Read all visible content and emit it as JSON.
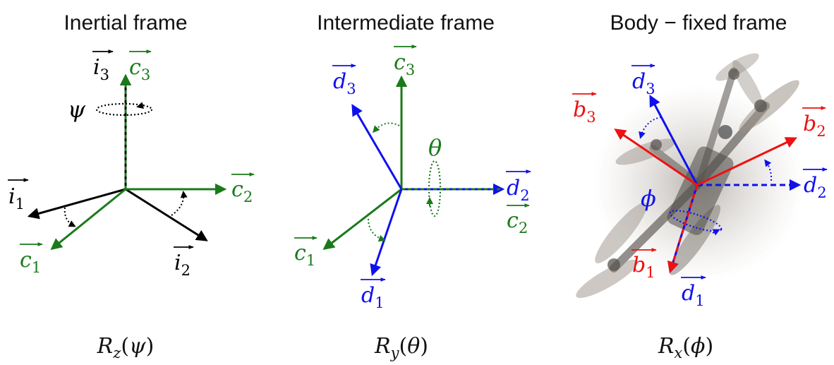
{
  "panels": [
    {
      "title": "Inertial frame",
      "rotation": "R_z(ψ)",
      "rotation_parts": {
        "base": "R",
        "sub": "z",
        "arg": "ψ"
      },
      "angle_symbol": "ψ",
      "vectors": [
        {
          "id": "i3",
          "base": "i",
          "sub": "3",
          "color": "#000000"
        },
        {
          "id": "c3",
          "base": "c",
          "sub": "3",
          "color": "#1a7a1a"
        },
        {
          "id": "i1",
          "base": "i",
          "sub": "1",
          "color": "#000000"
        },
        {
          "id": "c2",
          "base": "c",
          "sub": "2",
          "color": "#1a7a1a"
        },
        {
          "id": "c1",
          "base": "c",
          "sub": "1",
          "color": "#1a7a1a"
        },
        {
          "id": "i2",
          "base": "i",
          "sub": "2",
          "color": "#000000"
        }
      ]
    },
    {
      "title": "Intermediate frame",
      "rotation": "R_y(θ)",
      "rotation_parts": {
        "base": "R",
        "sub": "y",
        "arg": "θ"
      },
      "angle_symbol": "θ",
      "vectors": [
        {
          "id": "c3",
          "base": "c",
          "sub": "3",
          "color": "#1a7a1a"
        },
        {
          "id": "d3",
          "base": "d",
          "sub": "3",
          "color": "#1010ee"
        },
        {
          "id": "d2",
          "base": "d",
          "sub": "2",
          "color": "#1010ee"
        },
        {
          "id": "c2",
          "base": "c",
          "sub": "2",
          "color": "#1a7a1a"
        },
        {
          "id": "c1",
          "base": "c",
          "sub": "1",
          "color": "#1a7a1a"
        },
        {
          "id": "d1",
          "base": "d",
          "sub": "1",
          "color": "#1010ee"
        }
      ]
    },
    {
      "title": "Body − fixed frame",
      "rotation": "R_x(ϕ)",
      "rotation_parts": {
        "base": "R",
        "sub": "x",
        "arg": "ϕ"
      },
      "angle_symbol": "ϕ",
      "vectors": [
        {
          "id": "d3",
          "base": "d",
          "sub": "3",
          "color": "#1010ee"
        },
        {
          "id": "b3",
          "base": "b",
          "sub": "3",
          "color": "#ee1111"
        },
        {
          "id": "b2",
          "base": "b",
          "sub": "2",
          "color": "#ee1111"
        },
        {
          "id": "d2",
          "base": "d",
          "sub": "2",
          "color": "#1010ee"
        },
        {
          "id": "b1",
          "base": "b",
          "sub": "1",
          "color": "#ee1111"
        },
        {
          "id": "d1",
          "base": "d",
          "sub": "1",
          "color": "#1010ee"
        }
      ]
    }
  ],
  "colors": {
    "black": "#000000",
    "green": "#1a7a1a",
    "blue": "#1010ee",
    "red": "#ee1111"
  }
}
